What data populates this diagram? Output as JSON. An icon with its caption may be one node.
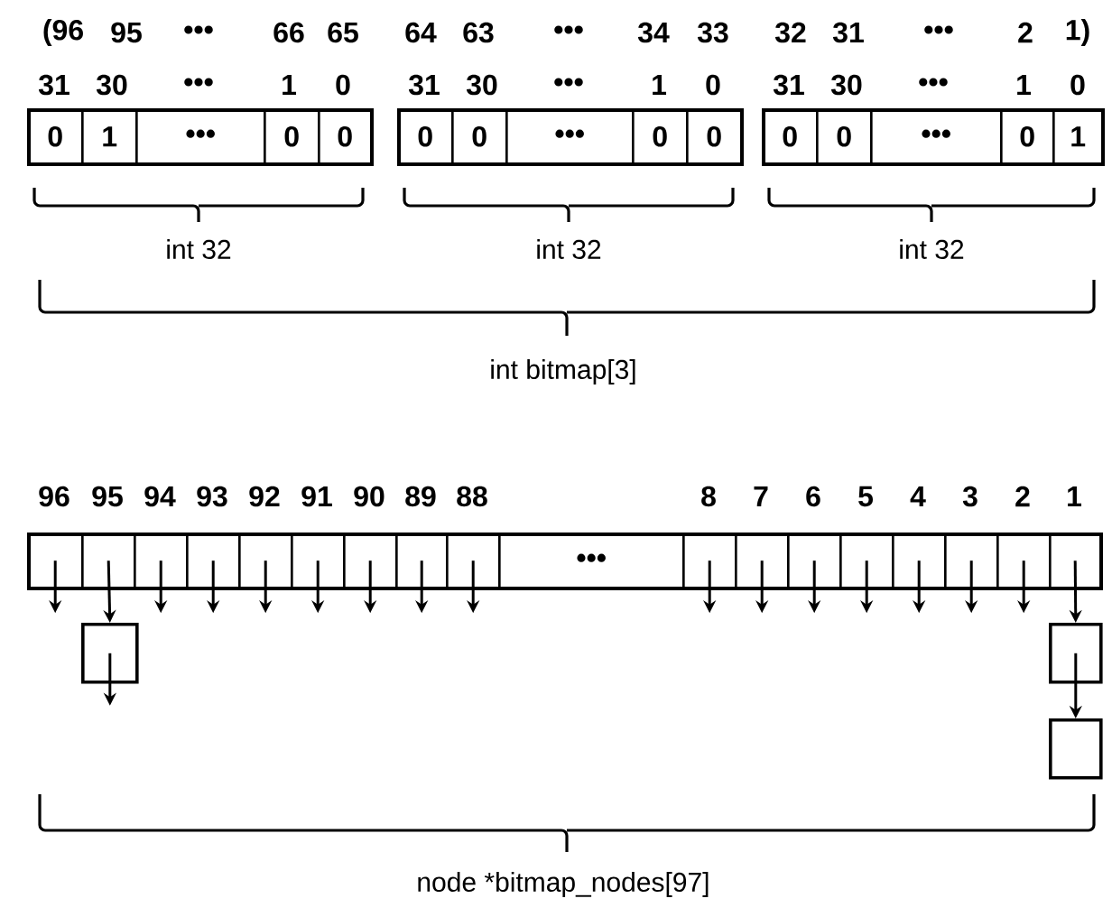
{
  "diagram": {
    "nodes": [
      {
        "text": [],
        "shape": "box"
      },
      {
        "text": [
          "0"
        ],
        "in": 0
      },
      {
        "text": [
          "1"
        ],
        "in": 0
      },
      {
        "text": [
          "•••"
        ],
        "in": 0
      },
      {
        "text": [
          "0"
        ],
        "in": 0
      },
      {
        "text": [
          "0"
        ],
        "in": 0
      },
      {
        "text": [],
        "shape": "box"
      },
      {
        "text": [
          "0"
        ],
        "in": 6
      },
      {
        "text": [
          "0"
        ],
        "in": 6
      },
      {
        "text": [
          "•••"
        ],
        "in": 6
      },
      {
        "text": [
          "0"
        ],
        "in": 6
      },
      {
        "text": [
          "0"
        ],
        "in": 6
      },
      {
        "text": [],
        "shape": "box"
      },
      {
        "text": [
          "0"
        ],
        "in": 12
      },
      {
        "text": [
          "0"
        ],
        "in": 12
      },
      {
        "text": [
          "•••"
        ],
        "in": 12
      },
      {
        "text": [
          "0"
        ],
        "in": 12
      },
      {
        "text": [
          "1"
        ],
        "in": 12
      },
      {
        "text": [],
        "shape": "box"
      },
      {
        "text": [],
        "shape": "box",
        "in": 18
      },
      {
        "text": [],
        "shape": "box",
        "in": 18
      },
      {
        "text": [],
        "shape": "box",
        "in": 18
      },
      {
        "text": [],
        "shape": "box",
        "in": 18
      },
      {
        "text": [],
        "shape": "box",
        "in": 18
      },
      {
        "text": [],
        "shape": "box",
        "in": 18
      },
      {
        "text": [],
        "shape": "box",
        "in": 18
      },
      {
        "text": [],
        "shape": "box",
        "in": 18
      },
      {
        "text": [],
        "shape": "box",
        "in": 18
      },
      {
        "text": [
          "•••"
        ],
        "in": 18
      },
      {
        "text": [],
        "shape": "box",
        "in": 18
      },
      {
        "text": [],
        "shape": "box",
        "in": 18
      },
      {
        "text": [],
        "shape": "box",
        "in": 18
      },
      {
        "text": [],
        "shape": "box",
        "in": 18
      },
      {
        "text": [],
        "shape": "box",
        "in": 18
      },
      {
        "text": [],
        "shape": "box",
        "in": 18
      },
      {
        "text": [],
        "shape": "box",
        "in": 18
      },
      {
        "text": [],
        "shape": "box",
        "in": 18
      },
      {
        "text": [],
        "shape": "box"
      },
      {
        "text": [],
        "shape": "box"
      },
      {
        "text": [],
        "shape": "box"
      }
    ],
    "edges": [
      {
        "from": 19,
        "to": null,
        "arrow": "to"
      },
      {
        "from": 20,
        "to": 37,
        "arrow": "to"
      },
      {
        "from": 21,
        "to": null,
        "arrow": "to"
      },
      {
        "from": 22,
        "to": null,
        "arrow": "to"
      },
      {
        "from": 23,
        "to": null,
        "arrow": "to"
      },
      {
        "from": 24,
        "to": null,
        "arrow": "to"
      },
      {
        "from": 25,
        "to": null,
        "arrow": "to"
      },
      {
        "from": 26,
        "to": null,
        "arrow": "to"
      },
      {
        "from": 27,
        "to": null,
        "arrow": "to"
      },
      {
        "from": 29,
        "to": null,
        "arrow": "to"
      },
      {
        "from": 30,
        "to": null,
        "arrow": "to"
      },
      {
        "from": 31,
        "to": null,
        "arrow": "to"
      },
      {
        "from": 32,
        "to": null,
        "arrow": "to"
      },
      {
        "from": 33,
        "to": null,
        "arrow": "to"
      },
      {
        "from": 34,
        "to": null,
        "arrow": "to"
      },
      {
        "from": 35,
        "to": null,
        "arrow": "to"
      },
      {
        "from": 36,
        "to": 38,
        "arrow": "to"
      },
      {
        "from": 37,
        "to": null,
        "arrow": "to"
      },
      {
        "from": 38,
        "to": 39,
        "arrow": "to"
      }
    ],
    "labels": [
      "(96",
      "95",
      "•••",
      "66",
      "65",
      "64",
      "63",
      "•••",
      "34",
      "33",
      "32",
      "31",
      "•••",
      "2",
      "1)",
      "31",
      "30",
      "•••",
      "1",
      "0",
      "31",
      "30",
      "•••",
      "1",
      "0",
      "31",
      "30",
      "•••",
      "1",
      "0",
      "int 32",
      "int 32",
      "int 32",
      "int bitmap[3]",
      "96",
      "95",
      "94",
      "93",
      "92",
      "91",
      "90",
      "89",
      "88",
      "8",
      "7",
      "6",
      "5",
      "4",
      "3",
      "2",
      "1",
      "node *bitmap_nodes[97]"
    ]
  }
}
